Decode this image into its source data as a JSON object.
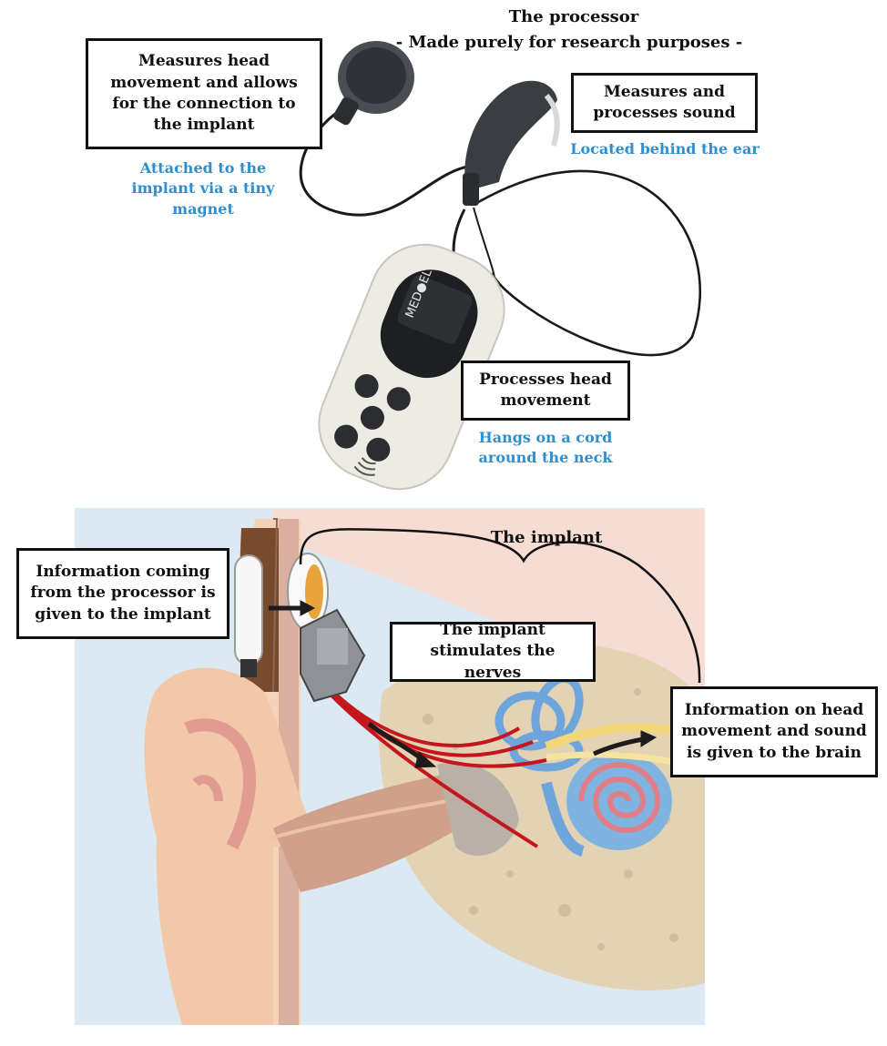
{
  "processor": {
    "title": "The processor",
    "subtitle": "- Made purely for research purposes -",
    "head_unit_label": "Measures head movement and allows for the connection to the implant",
    "head_unit_note": "Attached to the implant via a tiny magnet",
    "sound_label": "Measures and processes sound",
    "sound_note": "Located behind the ear",
    "body_unit_label": "Processes head movement",
    "body_unit_note": "Hangs on a cord around the neck",
    "device_brand": "MED●EL"
  },
  "implant": {
    "title": "The implant",
    "info_in_label": "Information coming from the processor is given to the implant",
    "stimulates_label": "The implant stimulates the nerves",
    "brain_label": "Information on head movement and sound is given to the brain"
  }
}
